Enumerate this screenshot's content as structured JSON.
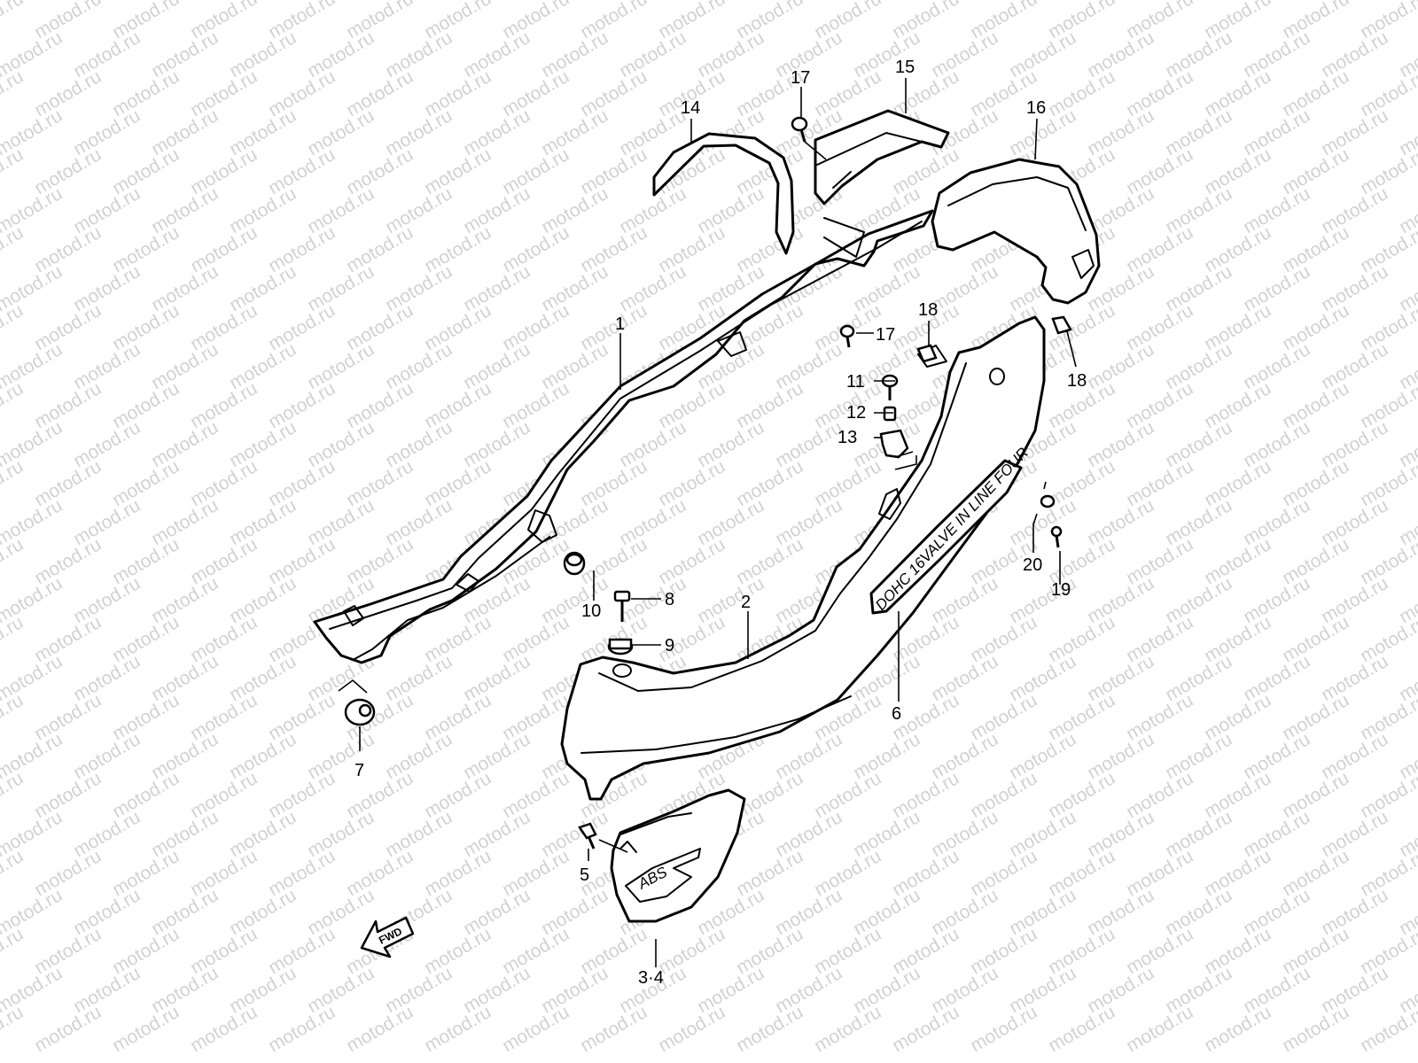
{
  "watermark": "motod.ru",
  "fwd_label": "FWD",
  "emblem_side": "DOHC 16VALVE IN LINE FOUR",
  "emblem_abs": "ABS",
  "labels": {
    "p1": "1",
    "p2": "2",
    "p34": "3·4",
    "p5": "5",
    "p6": "6",
    "p7": "7",
    "p8": "8",
    "p9": "9",
    "p10": "10",
    "p11": "11",
    "p12": "12",
    "p13": "13",
    "p14": "14",
    "p15": "15",
    "p16": "16",
    "p17a": "17",
    "p17b": "17",
    "p18a": "18",
    "p18b": "18",
    "p19": "19",
    "p20": "20"
  }
}
